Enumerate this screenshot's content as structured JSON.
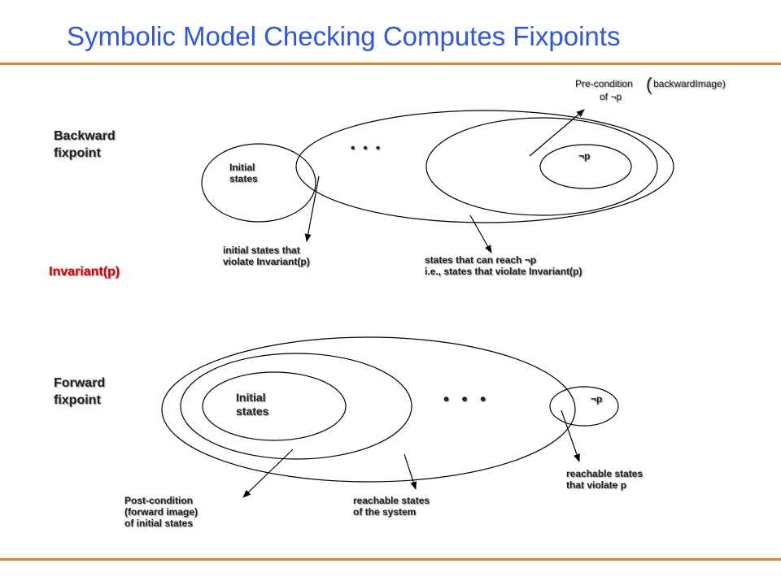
{
  "title": "Symbolic Model Checking Computes Fixpoints",
  "colors": {
    "title": "#2e56e8",
    "rule": "#d9832f",
    "invariant": "#d80000"
  },
  "backward": {
    "heading_line1": "Backward",
    "heading_line2": "fixpoint",
    "initial_line1": "Initial",
    "initial_line2": "states",
    "dots": "• • •",
    "notp": "¬p",
    "precond_line1": "Pre-condition",
    "precond_paren": "(",
    "precond_backward": "backwardImage)",
    "precond_line2": "of ¬p",
    "annot_initial_line1": "initial states that",
    "annot_initial_line2": "violate Invariant(p)",
    "annot_reach_line1": "states that can reach ¬p",
    "annot_reach_line2": "i.e., states that violate Invariant(p)"
  },
  "invariant_label": "Invariant(p)",
  "forward": {
    "heading_line1": "Forward",
    "heading_line2": "fixpoint",
    "initial_line1": "Initial",
    "initial_line2": "states",
    "dots": "• • •",
    "notp": "¬p",
    "annot_violate_line1": "reachable states",
    "annot_violate_line2": "that  violate p",
    "annot_reach_line1": "reachable states",
    "annot_reach_line2": "of the system",
    "annot_post_line1": "Post-condition",
    "annot_post_line2": "(forward image)",
    "annot_post_line3": "of initial states"
  }
}
